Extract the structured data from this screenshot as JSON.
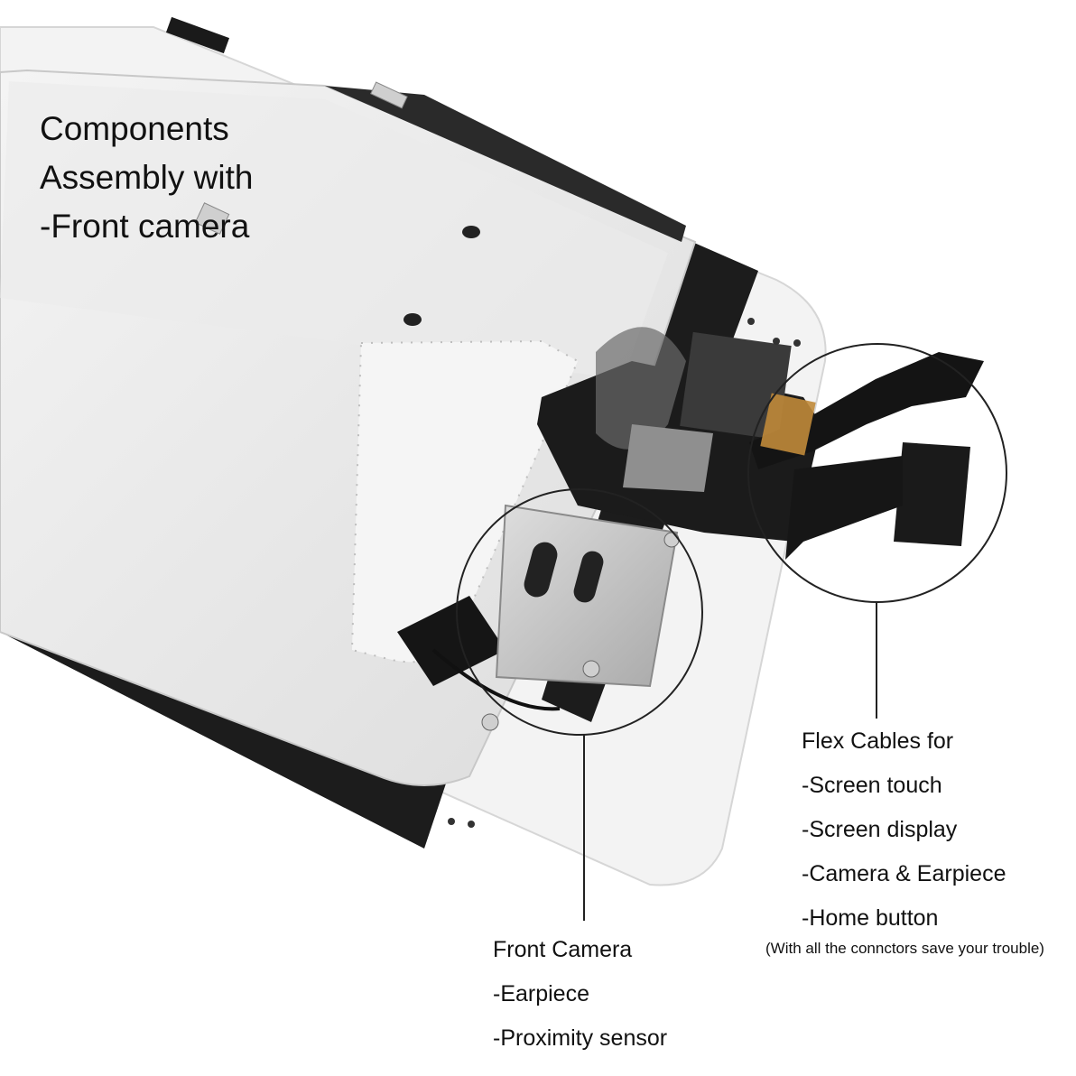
{
  "heading": {
    "lines": [
      "Components",
      "Assembly with",
      "-Front camera"
    ]
  },
  "flex_cables": {
    "lines": [
      "Flex Cables for",
      "-Screen touch",
      "-Screen display",
      "-Camera & Earpiece",
      "-Home button"
    ],
    "note": "(With all the connctors save your trouble)"
  },
  "front_camera": {
    "lines": [
      "Front Camera",
      "-Earpiece",
      "-Proximity sensor"
    ]
  },
  "colors": {
    "frame_white": "#f2f2f2",
    "shield_silver": "#e4e4e4",
    "bezel_black": "#1a1a1a",
    "flex_black": "#141414",
    "callout_line": "#222222",
    "connector_gold": "#c08a3a"
  }
}
